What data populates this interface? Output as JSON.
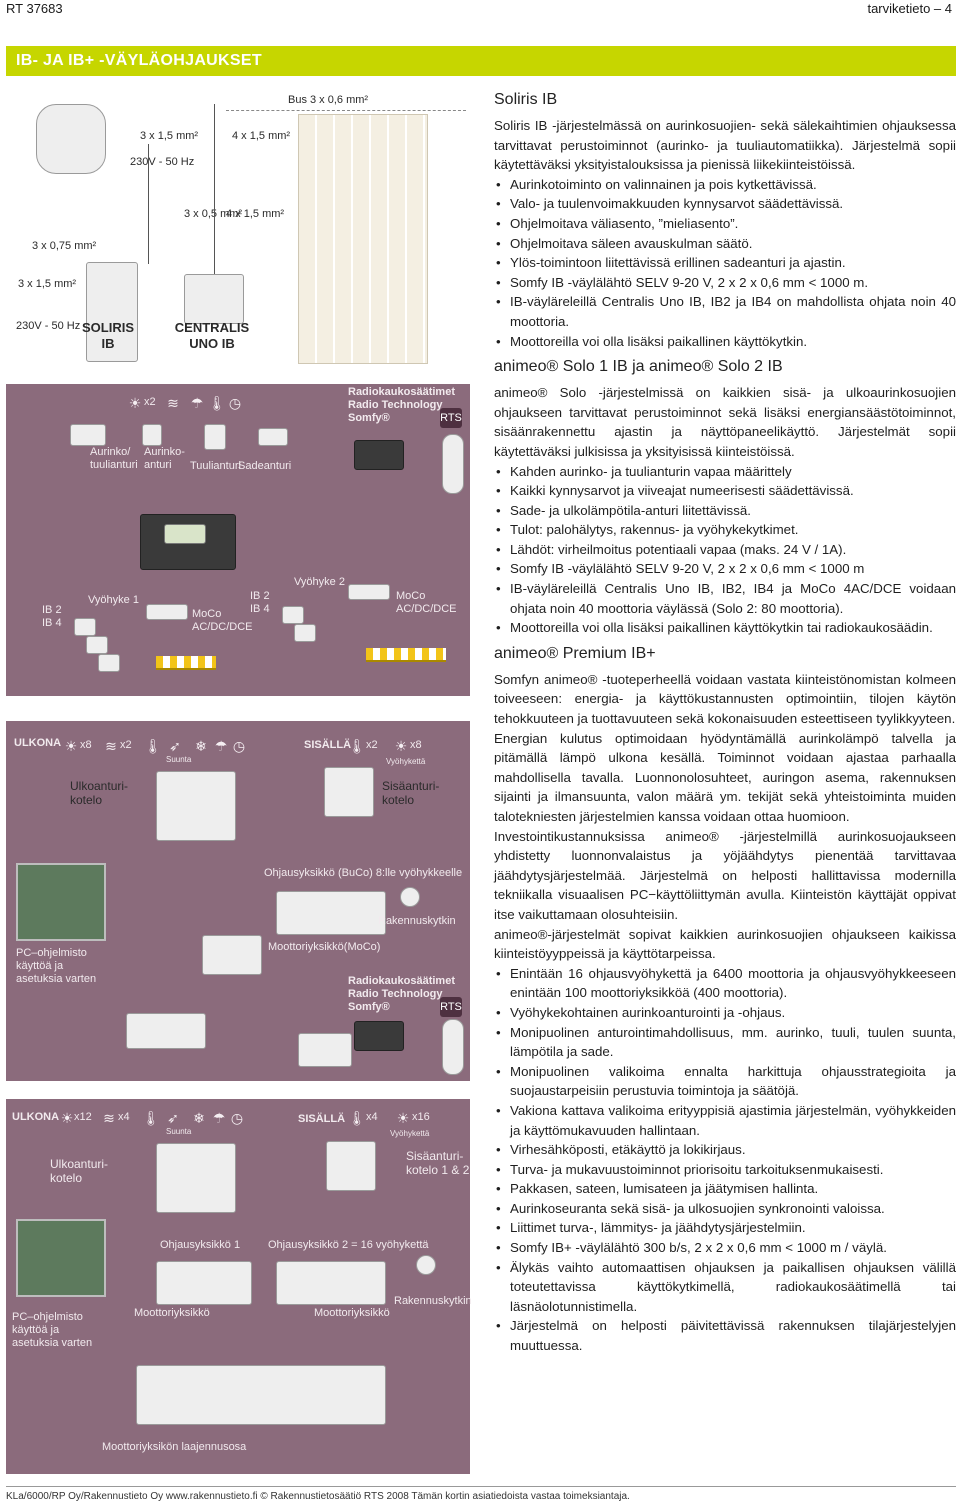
{
  "header": {
    "left": "RT 37683",
    "right": "tarviketieto – 4"
  },
  "band_title": "IB- JA IB+ -VÄYLÄOHJAUKSET",
  "diagram": {
    "cables": {
      "bus": "Bus 3 x 0,6 mm²",
      "c1": "3 x 1,5 mm²",
      "c2": "4 x 1,5 mm²",
      "c3": "230V - 50 Hz",
      "c4": "3 x 0,75 mm²",
      "c5": "3 x 0,5 mm²",
      "c6": "4 x 1,5 mm²",
      "c7": "3 x 1,5 mm²",
      "c8": "230V - 50 Hz"
    },
    "soliris": "SOLIRIS IB",
    "centralis": "CENTRALIS UNO IB",
    "sec1": {
      "x2": "x2",
      "sensor1": "Aurinko/ tuulianturi",
      "sensor2": "Aurinko- anturi",
      "sensor3": "Tuulianturi",
      "sensor4": "Sadeanturi",
      "radio": "Radiokaukosäätimet Radio Technology Somfy®",
      "zone1": "Vyöhyke 1",
      "zone2": "Vyöhyke 2",
      "ib_left": "IB 2 IB 4",
      "moco_left": "MoCo AC/DC/DCE",
      "ib_mid": "IB 2 IB 4",
      "moco_right": "MoCo AC/DC/DCE",
      "rts": "RTS"
    },
    "sec2": {
      "ulkona": "ULKONA",
      "x8": "x8",
      "x2": "x2",
      "suunta": "Suunta",
      "sisalla": "SISÄLLÄ",
      "x2b": "x2",
      "x8b": "x8",
      "vyohyke": "Vyöhykettä",
      "outbox": "Ulkoanturi- kotelo",
      "inbox": "Sisäanturi- kotelo",
      "bucu": "Ohjausyksikkö (BuCo) 8:lle vyöhykkeelle",
      "building": "Rakennuskytkin",
      "moco": "Moottoriyksikkö(MoCo)",
      "pc": "PC–ohjelmisto käyttöä ja asetuksia varten",
      "radio": "Radiokaukosäätimet Radio Technology Somfy®",
      "rts": "RTS"
    },
    "sec3": {
      "ulkona": "ULKONA",
      "x12": "x12",
      "x4": "x4",
      "suunta": "Suunta",
      "sisalla": "SISÄLLÄ",
      "x4b": "x4",
      "x16": "x16",
      "vyohyke": "Vyöhykettä",
      "outbox": "Ulkoanturi- kotelo",
      "inbox": "Sisäanturi- kotelo 1 & 2",
      "unit1": "Ohjausyksikkö 1",
      "unit2": "Ohjausyksikkö 2 = 16 vyöhykettä",
      "building": "Rakennuskytkin",
      "motor1": "Moottoriyksikkö",
      "motor2": "Moottoriyksikkö",
      "pc": "PC–ohjelmisto käyttöä ja asetuksia varten",
      "expand": "Moottoriyksikön laajennusosa"
    }
  },
  "article": {
    "h1": "Soliris IB",
    "p1": "Soliris IB -järjestelmässä on aurinkosuojien- sekä sälekaihtimien ohjauksessa tarvittavat perustoiminnot (aurinko- ja tuuliautomatiikka). Järjestelmä sopii käytettäväksi yksityistalouksissa ja pienissä liikekiinteistöissä.",
    "list1": [
      "Aurinkotoiminto on valinnainen ja pois kytkettävissä.",
      "Valo- ja tuulenvoimakkuuden kynnysarvot säädettävissä.",
      "Ohjelmoitava väliasento, ”mieliasento”.",
      "Ohjelmoitava säleen avauskulman säätö.",
      "Ylös-toimintoon liitettävissä erillinen sadeanturi ja ajastin.",
      "Somfy IB -väylälähtö SELV 9-20 V, 2 x 2 x 0,6 mm < 1000 m.",
      "IB-väyläreleillä Centralis Uno IB, IB2 ja IB4 on mahdollista ohjata noin 40 moottoria.",
      "Moottoreilla voi olla lisäksi paikallinen käyttökytkin."
    ],
    "h2": "animeo® Solo 1 IB ja animeo® Solo 2 IB",
    "p2": "animeo® Solo -järjestelmissä on kaikkien sisä- ja ulkoaurinkosuojien ohjaukseen tarvittavat perustoiminnot sekä lisäksi energiansäästötoiminnot, sisäänrakennettu ajastin ja näyttöpaneelikäyttö. Järjestelmät sopii käytettäväksi julkisissa ja yksityisissä kiinteistöissä.",
    "list2": [
      "Kahden aurinko- ja tuulianturin vapaa määrittely",
      "Kaikki kynnysarvot ja viiveajat numeerisesti säädettävissä.",
      "Sade- ja ulkolämpötila-anturi liitettävissä.",
      "Tulot: palohälytys, rakennus- ja vyöhykekytkimet.",
      "Lähdöt: virheilmoitus potentiaali vapaa (maks. 24 V / 1A).",
      "Somfy IB -väylälähtö SELV 9-20 V, 2 x 2 x 0,6 mm < 1000 m",
      "IB-väyläreleillä Centralis Uno IB, IB2, IB4 ja MoCo 4AC/DCE voidaan ohjata noin 40 moottoria väylässä (Solo 2: 80 moottoria).",
      "Moottoreilla voi olla lisäksi paikallinen käyttökytkin tai radiokaukosäädin."
    ],
    "h3": "animeo® Premium IB+",
    "p3": "Somfyn animeo® -tuoteperheellä voidaan vastata kiinteistönomistan kolmeen toiveeseen: energia- ja käyttökustannusten optimointiin, tilojen käytön tehokkuuteen ja tuottavuuteen sekä kokonaisuuden esteettiseen tyylikkyyteen.",
    "p4": "Energian kulutus optimoidaan hyödyntämällä aurinkolämpö talvella ja pitämällä lämpö ulkona kesällä. Toiminnot voidaan ajastaa parhaalla mahdollisella tavalla. Luonnonolosuhteet, auringon asema, rakennuksen sijainti ja ilmansuunta, valon määrä ym. tekijät sekä yhteistoiminta muiden talotekniesten järjestelmien kanssa voidaan ottaa huomioon.",
    "p5": "Investointikustannuksissa animeo® -järjestelmillä aurinkosuojaukseen yhdistetty luonnonvalaistus ja yöjäähdytys pienentää tarvittavaa jäähdytysjärjestelmää. Järjestelmä on helposti hallittavissa modernilla tekniikalla visuaalisen PC−käyttöliittymän avulla. Kiinteistön käyttäjät oppivat itse vaikuttamaan olosuhteisiin.",
    "p6": "animeo®-järjestelmät sopivat kaikkien aurinkosuojien ohjaukseen kaikissa kiinteistöyyppeissä ja käyttötarpeissa.",
    "list3": [
      "Enintään 16 ohjausvyöhykettä ja 6400 moottoria ja ohjausvyöhykkeeseen enintään 100 moottoriyksikköä (400 moottoria).",
      "Vyöhykekohtainen aurinkoanturointi ja -ohjaus.",
      "Monipuolinen anturointimahdollisuus, mm. aurinko, tuuli, tuulen suunta, lämpötila ja sade.",
      "Monipuolinen valikoima ennalta harkittuja ohjausstrategioita ja suojaustarpeisiin perustuvia toimintoja ja säätöjä.",
      "Vakiona kattava valikoima erityyppisiä ajastimia järjestelmän, vyöhykkeiden ja käyttömukavuuden hallintaan.",
      "Virhesähköposti, etäkäyttö ja lokikirjaus.",
      "Turva- ja mukavuustoiminnot priorisoitu tarkoituksenmukaisesti.",
      "Pakkasen, sateen, lumisateen ja jäätymisen hallinta.",
      "Aurinkoseuranta sekä sisä- ja ulkosuojien synkronointi valoissa.",
      "Liittimet turva-, lämmitys- ja jäähdytysjärjestelmiin.",
      "Somfy IB+ -väylälähtö 300 b/s, 2 x 2 x 0,6 mm < 1000 m / väylä.",
      "Älykäs vaihto automaattisen ohjauksen ja paikallisen ohjauksen välillä toteutettavissa käyttökytkimellä, radiokaukosäätimellä tai läsnäolotunnistimella.",
      "Järjestelmä on helposti päivitettävissä rakennuksen tilajärjestelyjen muuttuessa."
    ]
  },
  "footer": "KLa/6000/RP Oy/Rakennustieto Oy www.rakennustieto.fi  © Rakennustietosäätiö RTS 2008 Tämän kortin asiatiedoista vastaa toimeksiantaja."
}
